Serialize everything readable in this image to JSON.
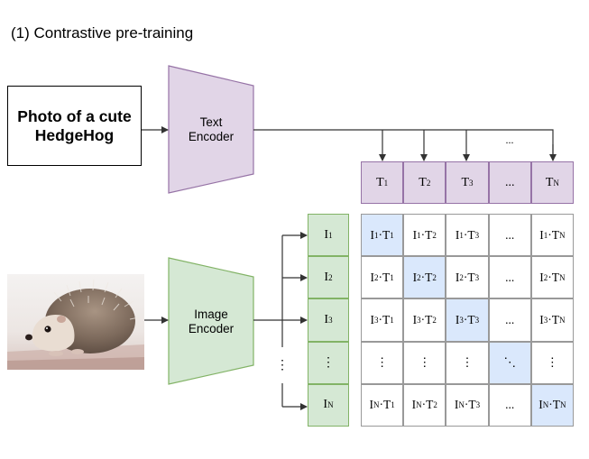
{
  "title": "(1) Contrastive pre-training",
  "text_input": "Photo of a cute HedgeHog",
  "text_encoder": {
    "label_line1": "Text",
    "label_line2": "Encoder",
    "fill": "#e1d5e7",
    "stroke": "#9673a6"
  },
  "image_encoder": {
    "label_line1": "Image",
    "label_line2": "Encoder",
    "fill": "#d5e8d4",
    "stroke": "#82b366"
  },
  "highlight_color": "#dae8fc",
  "ellipsis": "...",
  "text_embeddings": [
    {
      "base": "T",
      "sub": "1"
    },
    {
      "base": "T",
      "sub": "2"
    },
    {
      "base": "T",
      "sub": "3"
    },
    {
      "base": "...",
      "sub": ""
    },
    {
      "base": "T",
      "sub": "N"
    }
  ],
  "image_embeddings": [
    {
      "base": "I",
      "sub": "1"
    },
    {
      "base": "I",
      "sub": "2"
    },
    {
      "base": "I",
      "sub": "3"
    },
    {
      "base": "⋮",
      "sub": ""
    },
    {
      "base": "I",
      "sub": "N"
    }
  ],
  "matrix": [
    [
      {
        "i": "1",
        "t": "1",
        "hl": true
      },
      {
        "i": "1",
        "t": "2"
      },
      {
        "i": "1",
        "t": "3"
      },
      {
        "text": "..."
      },
      {
        "i": "1",
        "t": "N"
      }
    ],
    [
      {
        "i": "2",
        "t": "1"
      },
      {
        "i": "2",
        "t": "2",
        "hl": true
      },
      {
        "i": "2",
        "t": "3"
      },
      {
        "text": "..."
      },
      {
        "i": "2",
        "t": "N"
      }
    ],
    [
      {
        "i": "3",
        "t": "1"
      },
      {
        "i": "3",
        "t": "2"
      },
      {
        "i": "3",
        "t": "3",
        "hl": true
      },
      {
        "text": "..."
      },
      {
        "i": "3",
        "t": "N"
      }
    ],
    [
      {
        "text": "⋮"
      },
      {
        "text": "⋮"
      },
      {
        "text": "⋮"
      },
      {
        "text": "⋱",
        "hl": true
      },
      {
        "text": "⋮"
      }
    ],
    [
      {
        "i": "N",
        "t": "1"
      },
      {
        "i": "N",
        "t": "2"
      },
      {
        "i": "N",
        "t": "3"
      },
      {
        "text": "..."
      },
      {
        "i": "N",
        "t": "N",
        "hl": true
      }
    ]
  ]
}
